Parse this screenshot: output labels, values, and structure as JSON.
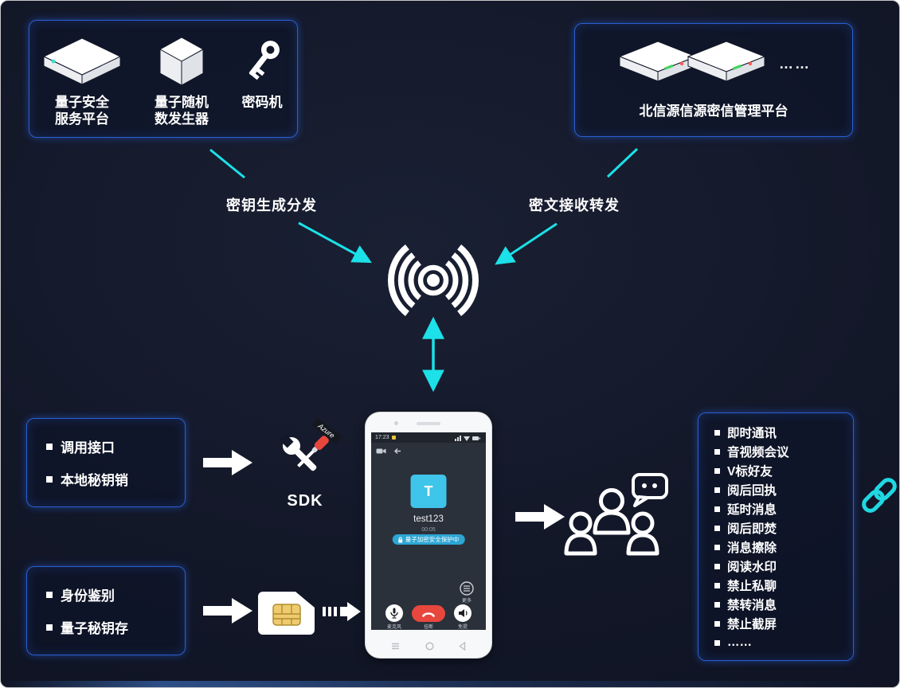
{
  "colors": {
    "background": "#10141F",
    "accent_cyan": "#1CE1E8",
    "panel_border": "#2A5FD0",
    "avatar_cyan": "#3FC4EA",
    "banner_cyan": "#2DA6D4",
    "hangup_red": "#E8473E",
    "link_cyan": "#1FD8E2"
  },
  "top_left_panel": {
    "item1_line1": "量子安全",
    "item1_line2": "服务平台",
    "item2_line1": "量子随机",
    "item2_line2": "数发生器",
    "item3": "密码机"
  },
  "top_right_panel": {
    "ellipsis": "……",
    "title": "北信源信源密信管理平台"
  },
  "flow": {
    "key_label": "密钥生成分发",
    "cipher_label": "密文接收转发"
  },
  "api_panel": {
    "item1": "调用接口",
    "item2": "本地秘钥销"
  },
  "identity_panel": {
    "item1": "身份鉴别",
    "item2": "量子秘钥存"
  },
  "sdk": {
    "label": "SDK",
    "flag": "Azure"
  },
  "phone": {
    "time": "17:23",
    "avatar_letter": "T",
    "contact": "test123",
    "timer": "00:05",
    "banner": "量子加密安全保护中",
    "more": "更多",
    "mic": "麦克风",
    "hangup": "挂断",
    "speaker": "免提"
  },
  "features_panel": {
    "items": [
      "即时通讯",
      "音视频会议",
      "V标好友",
      "阅后回执",
      "延时消息",
      "阅后即焚",
      "消息擦除",
      "阅读水印",
      "禁止私聊",
      "禁转消息",
      "禁止截屏",
      "……"
    ]
  },
  "icons": {
    "quantum_platform": "flat-server-box",
    "random_generator": "cube",
    "crypto_machine": "key",
    "management_servers": "flat-server-boxes-with-leds",
    "network": "broadcast-signal-waves",
    "sdk_tools": "crossed-wrench-screwdriver",
    "sim": "sim-card-gold-chip",
    "users_group": "three-people-with-chat-bubble",
    "link": "chain-link"
  }
}
